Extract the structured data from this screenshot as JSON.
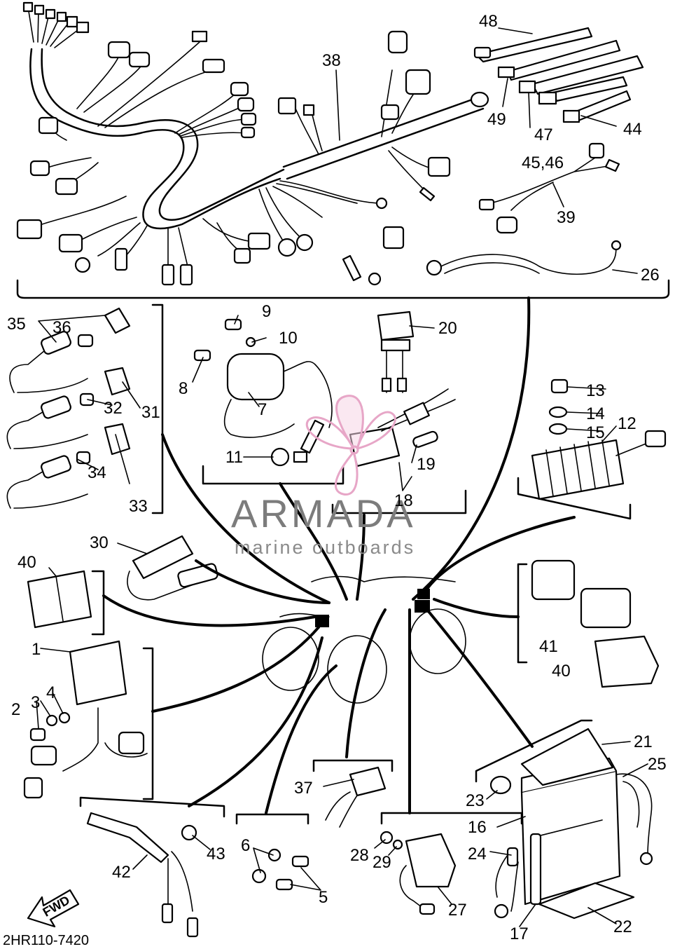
{
  "diagram_code": "2HR110-7420",
  "fwd_label": "FWD",
  "watermark": {
    "brand": "ARMADA",
    "tagline": "marine outboards",
    "accent_color": "#e7a6c7"
  },
  "callouts": [
    {
      "id": "c48",
      "text": "48"
    },
    {
      "id": "c38",
      "text": "38"
    },
    {
      "id": "c49",
      "text": "49"
    },
    {
      "id": "c47",
      "text": "47"
    },
    {
      "id": "c44",
      "text": "44"
    },
    {
      "id": "c4546",
      "text": "45,46"
    },
    {
      "id": "c39",
      "text": "39"
    },
    {
      "id": "c26",
      "text": "26"
    },
    {
      "id": "c35",
      "text": "35"
    },
    {
      "id": "c36",
      "text": "36"
    },
    {
      "id": "c9",
      "text": "9"
    },
    {
      "id": "c10",
      "text": "10"
    },
    {
      "id": "c20",
      "text": "20"
    },
    {
      "id": "c8",
      "text": "8"
    },
    {
      "id": "c7",
      "text": "7"
    },
    {
      "id": "c32",
      "text": "32"
    },
    {
      "id": "c31",
      "text": "31"
    },
    {
      "id": "c13",
      "text": "13"
    },
    {
      "id": "c14",
      "text": "14"
    },
    {
      "id": "c15",
      "text": "15"
    },
    {
      "id": "c12",
      "text": "12"
    },
    {
      "id": "c11",
      "text": "11"
    },
    {
      "id": "c19",
      "text": "19"
    },
    {
      "id": "c34",
      "text": "34"
    },
    {
      "id": "c18",
      "text": "18"
    },
    {
      "id": "c33",
      "text": "33"
    },
    {
      "id": "c30",
      "text": "30"
    },
    {
      "id": "c40a",
      "text": "40"
    },
    {
      "id": "c41",
      "text": "41"
    },
    {
      "id": "c40b",
      "text": "40"
    },
    {
      "id": "c1",
      "text": "1"
    },
    {
      "id": "c3",
      "text": "3"
    },
    {
      "id": "c4",
      "text": "4"
    },
    {
      "id": "c2",
      "text": "2"
    },
    {
      "id": "c21",
      "text": "21"
    },
    {
      "id": "c25",
      "text": "25"
    },
    {
      "id": "c37",
      "text": "37"
    },
    {
      "id": "c23",
      "text": "23"
    },
    {
      "id": "c16",
      "text": "16"
    },
    {
      "id": "c6",
      "text": "6"
    },
    {
      "id": "c28",
      "text": "28"
    },
    {
      "id": "c29",
      "text": "29"
    },
    {
      "id": "c43",
      "text": "43"
    },
    {
      "id": "c42",
      "text": "42"
    },
    {
      "id": "c5",
      "text": "5"
    },
    {
      "id": "c24",
      "text": "24"
    },
    {
      "id": "c27",
      "text": "27"
    },
    {
      "id": "c22",
      "text": "22"
    },
    {
      "id": "c17",
      "text": "17"
    }
  ]
}
